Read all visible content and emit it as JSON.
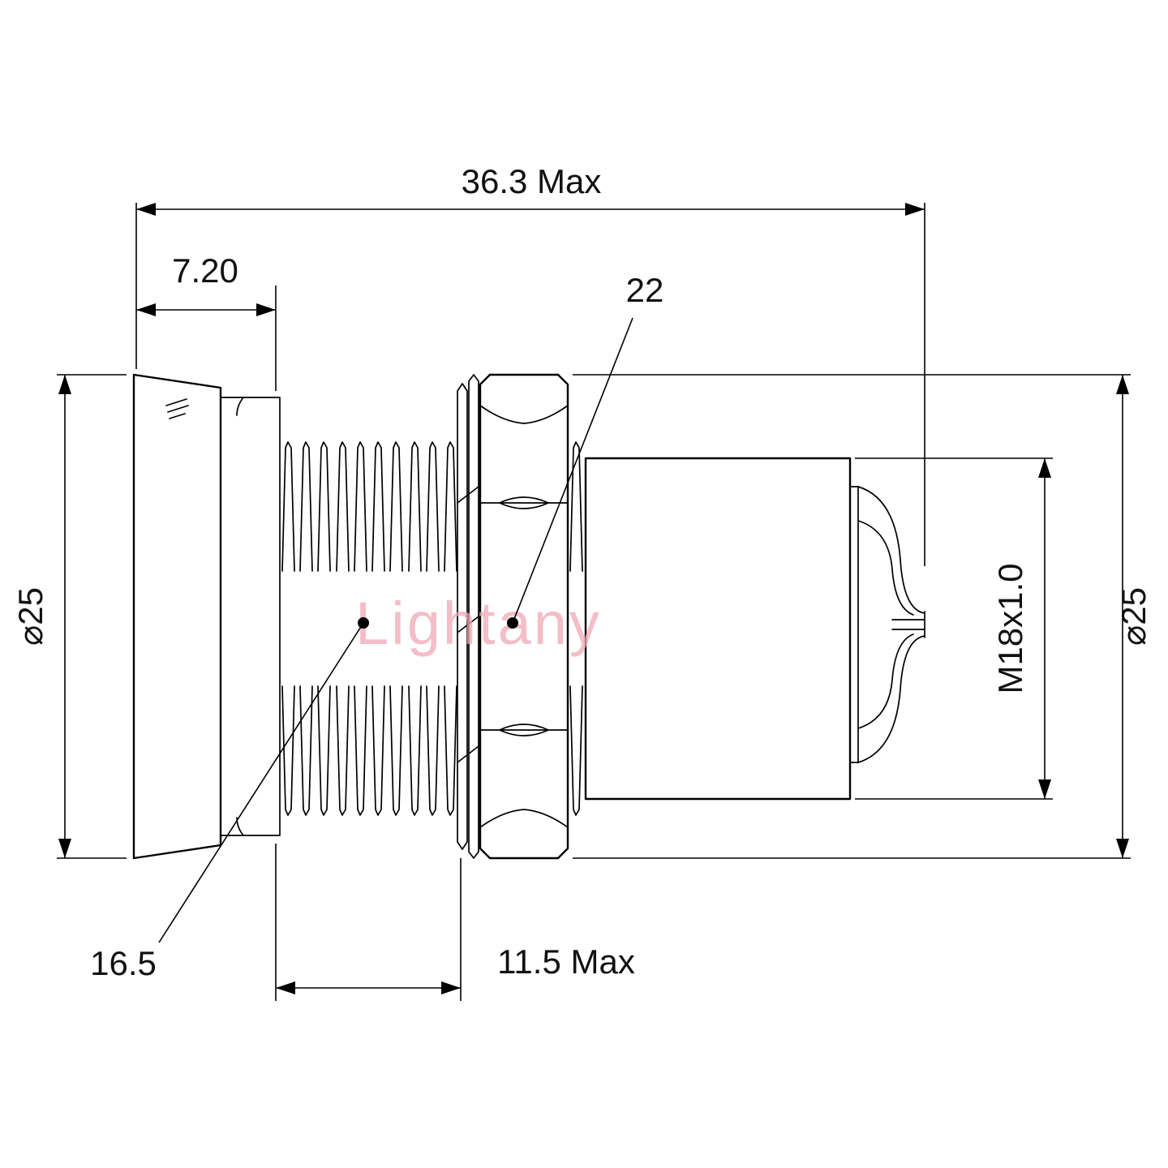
{
  "drawing": {
    "watermark": "Lightany",
    "dimensions": {
      "overall_length": "36.3 Max",
      "front_width": "7.20",
      "nut_ref": "22",
      "left_diameter": "⌀25",
      "right_diameter": "⌀25",
      "thread_spec": "M18x1.0",
      "cap_ref": "16.5",
      "thread_length": "11.5 Max"
    },
    "colors": {
      "line": "#000000",
      "watermark": "#f0a9b5"
    }
  }
}
